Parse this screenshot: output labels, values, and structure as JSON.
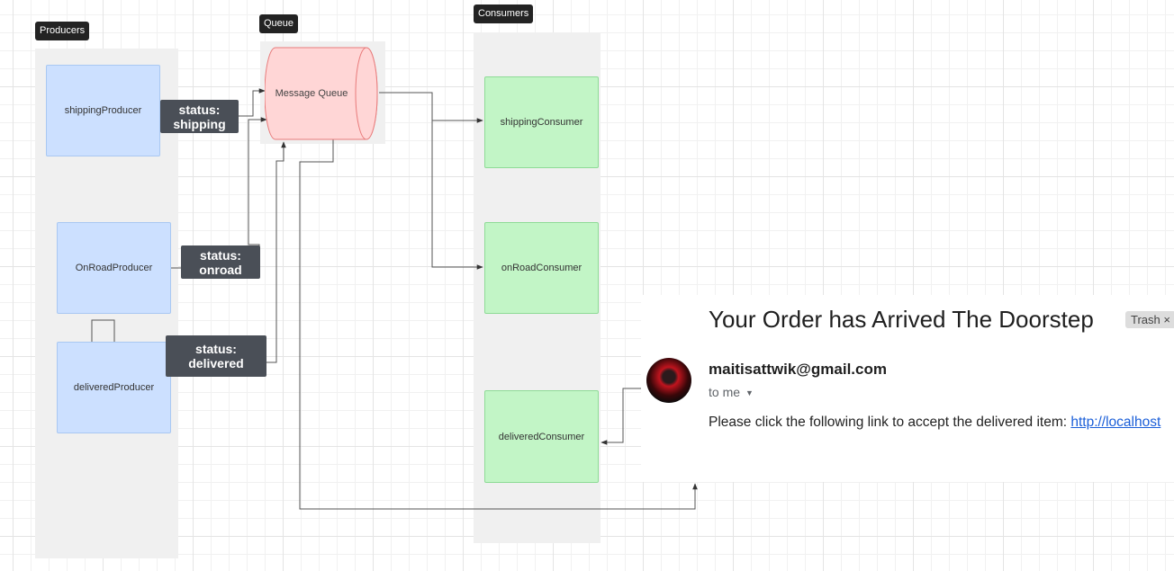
{
  "swimlanes": {
    "producers": "Producers",
    "queue": "Queue",
    "consumers": "Consumers"
  },
  "producers": [
    "shippingProducer",
    "OnRoadProducer",
    "deliveredProducer"
  ],
  "queue": {
    "label": "Message Queue"
  },
  "consumers": [
    "shippingConsumer",
    "onRoadConsumer",
    "deliveredConsumer"
  ],
  "statuses": [
    {
      "line1": "status:",
      "line2": "shipping"
    },
    {
      "line1": "status:",
      "line2": "onroad"
    },
    {
      "line1": "status:",
      "line2": "delivered"
    }
  ],
  "email": {
    "subject": "Your Order has Arrived The Doorstep",
    "label": "Trash",
    "label_close": "×",
    "sender": "maitisattwik@gmail.com",
    "to": "to me",
    "body_text": "Please click the following link to accept the delivered item: ",
    "link_text": "http://localhost"
  },
  "colors": {
    "producer_fill": "#cce0ff",
    "consumer_fill": "#c2f5c6",
    "queue_fill": "#ffd6d6",
    "status_fill": "#4a4f57",
    "link": "#1a5ed8"
  }
}
